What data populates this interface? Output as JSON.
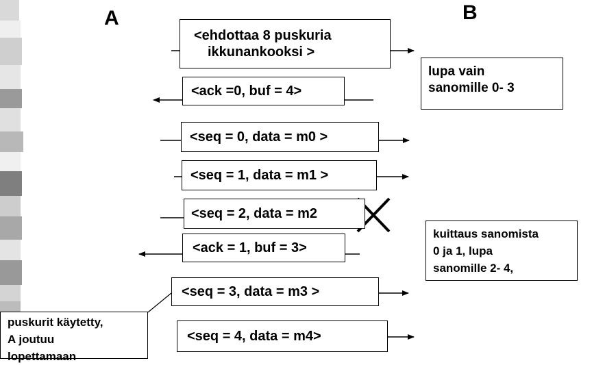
{
  "nodes": {
    "a": "A",
    "b": "B"
  },
  "messages": {
    "m1": {
      "line1": "<ehdottaa 8 puskuria",
      "line2": "ikkunankooksi >"
    },
    "m2": "<ack =0, buf = 4>",
    "m3": "<seq = 0, data = m0 >",
    "m4": "<seq = 1, data = m1 >",
    "m5": "<seq = 2, data = m2",
    "m6": "<ack = 1, buf = 3>",
    "m7": "<seq = 3, data = m3 >",
    "m8": "<seq = 4, data = m4>"
  },
  "notes": {
    "b1": {
      "line1": "lupa vain",
      "line2": "sanomille 0- 3"
    },
    "b2": {
      "line1": "kuittaus sanomista",
      "line2": "0 ja 1, lupa",
      "line3": "sanomille  2- 4,"
    },
    "a1": {
      "line1": "puskurit käytetty,",
      "line2": "A joutuu",
      "line3": "lopettamaan"
    }
  },
  "icons": {
    "loss": "x-cross-icon"
  },
  "colors": {
    "line": "#000000",
    "stripe_light": "#dddddd",
    "stripe_dark": "#8a8a8a"
  }
}
